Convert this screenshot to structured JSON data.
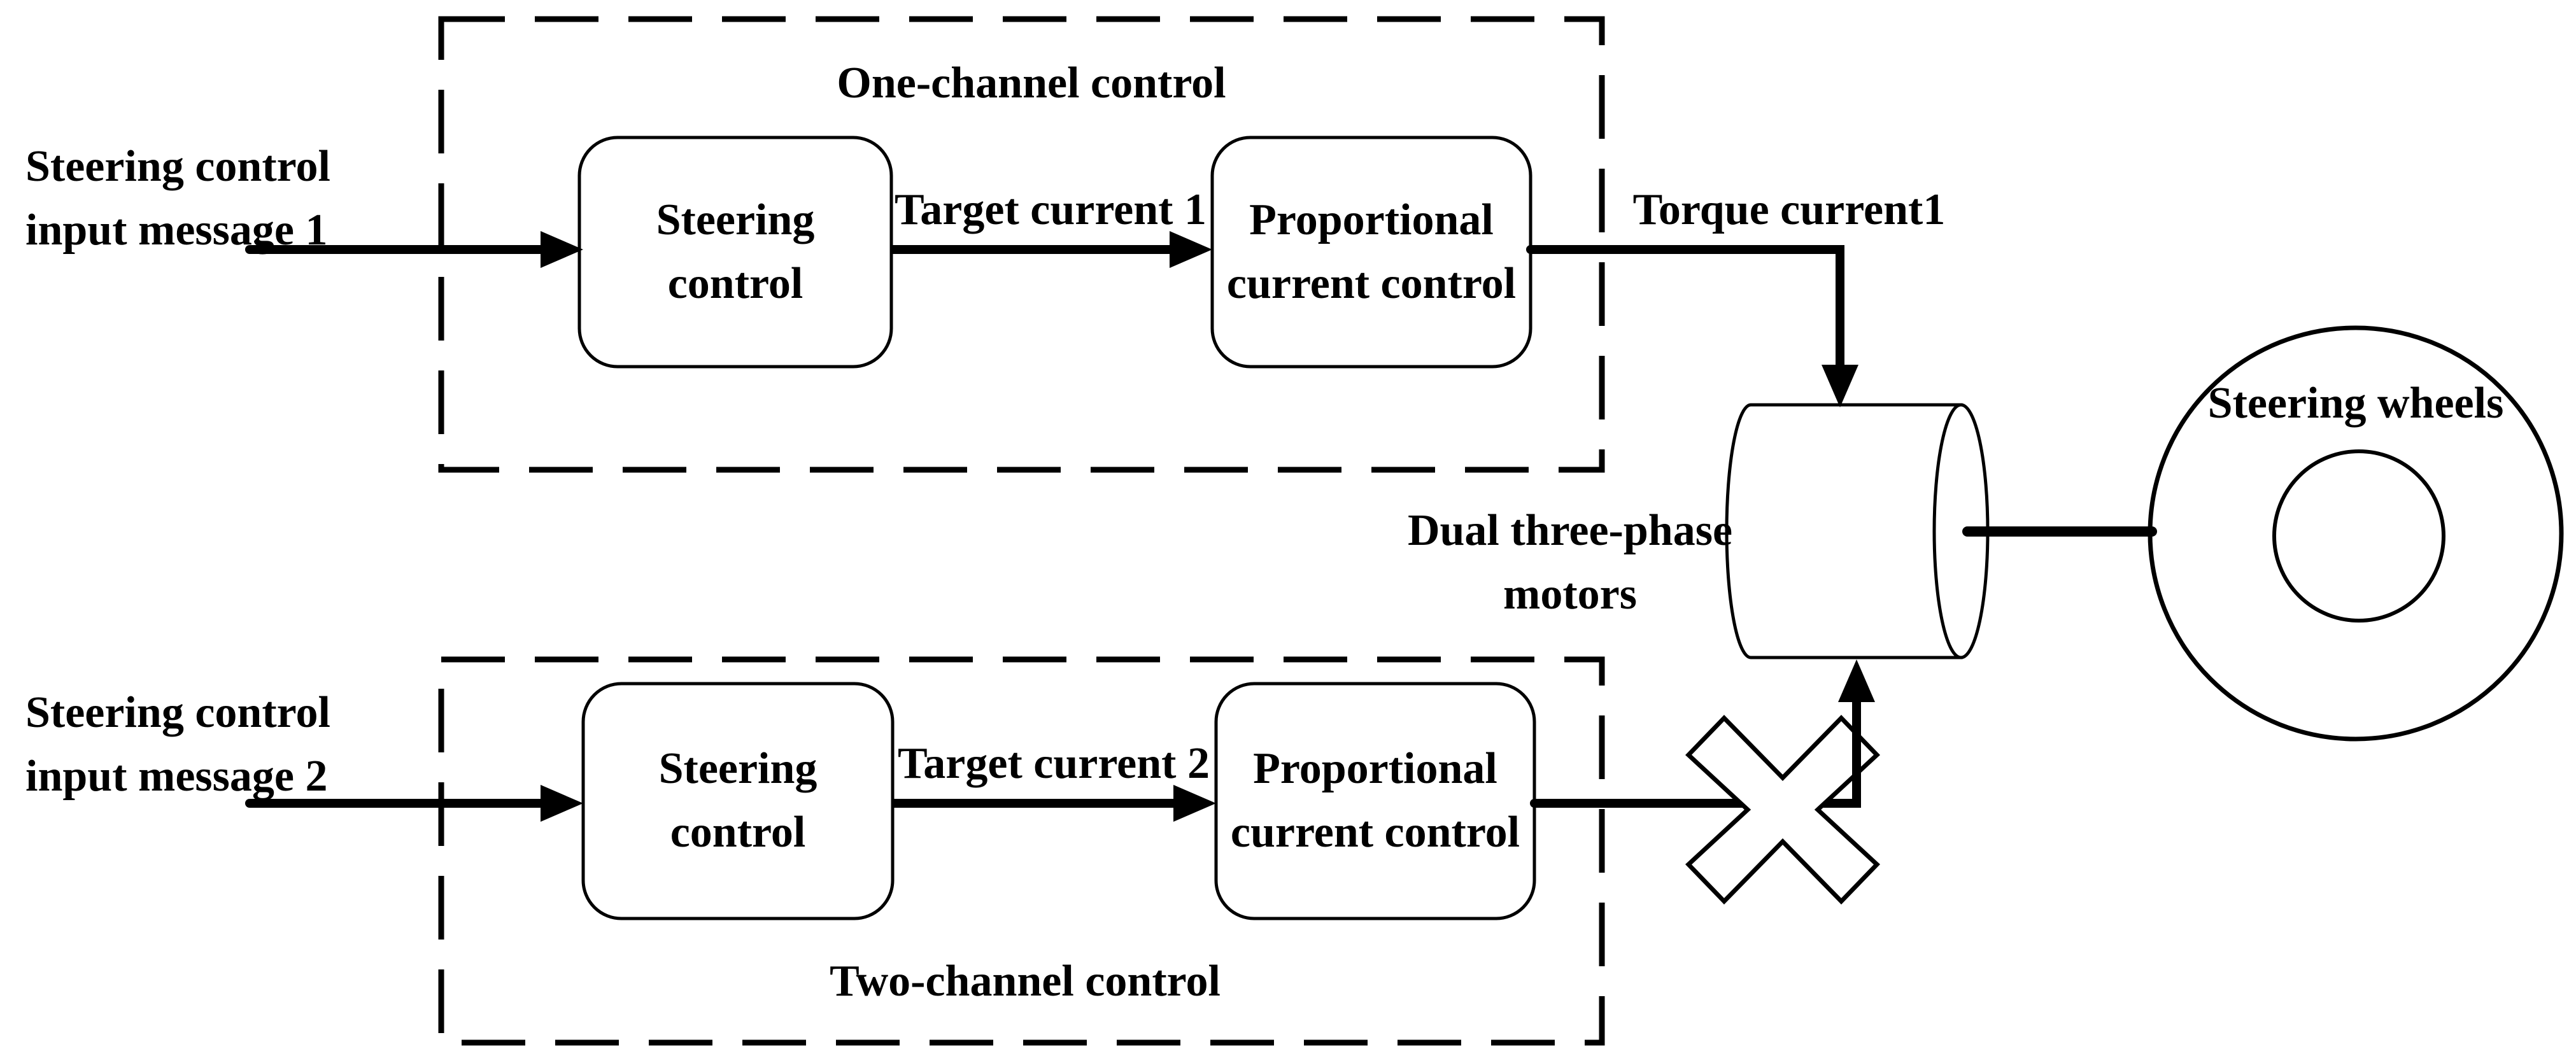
{
  "colors": {
    "ink": "#000000",
    "background": "#ffffff"
  },
  "channel1": {
    "group_label": "One-channel control",
    "input_label": "Steering control\ninput message 1",
    "steering_box_label": "Steering\ncontrol",
    "target_label": "Target current 1",
    "proportional_box_label": "Proportional\ncurrent control",
    "output_label": "Torque current1"
  },
  "channel2": {
    "group_label": "Two-channel control",
    "input_label": "Steering control\ninput message 2",
    "steering_box_label": "Steering\ncontrol",
    "target_label": "Target current 2",
    "proportional_box_label": "Proportional\ncurrent control"
  },
  "motor": {
    "label": "Dual three-phase\nmotors"
  },
  "wheel": {
    "label": "Steering wheels"
  }
}
